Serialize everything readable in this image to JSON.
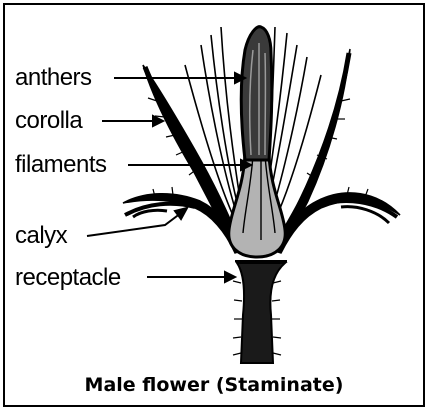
{
  "figure": {
    "labels": {
      "anthers": "anthers",
      "corolla": "corolla",
      "filaments": "filaments",
      "calyx": "calyx",
      "receptacle": "receptacle"
    },
    "caption": "Male flower (Staminate)"
  },
  "colors": {
    "ink": "#000000",
    "ovary_fill": "#b3b3b3",
    "stalk_fill": "#1a1a1a",
    "anther_fill": "#3a3a3a",
    "background": "#ffffff"
  }
}
